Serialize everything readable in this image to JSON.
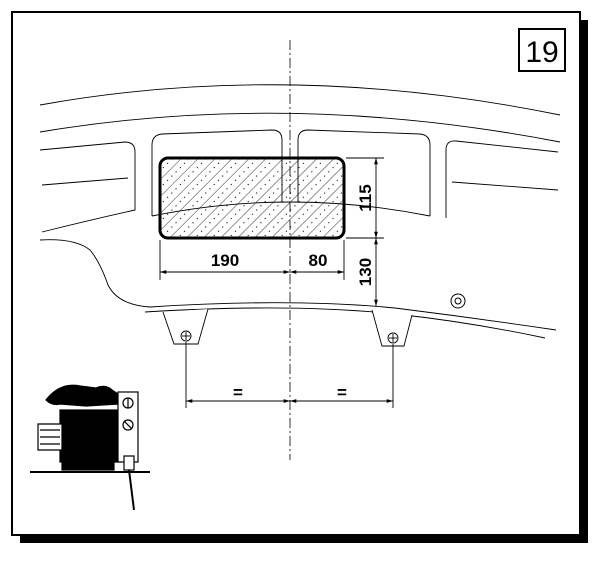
{
  "step_number": "19",
  "dimensions": {
    "width_left": "190",
    "width_right": "80",
    "height_cutout": "115",
    "offset_below": "130",
    "equal_left": "=",
    "equal_right": "="
  },
  "tool_icon": "jigsaw-icon",
  "colors": {
    "ink": "#000000",
    "background": "#ffffff",
    "shadow": "#000000"
  }
}
